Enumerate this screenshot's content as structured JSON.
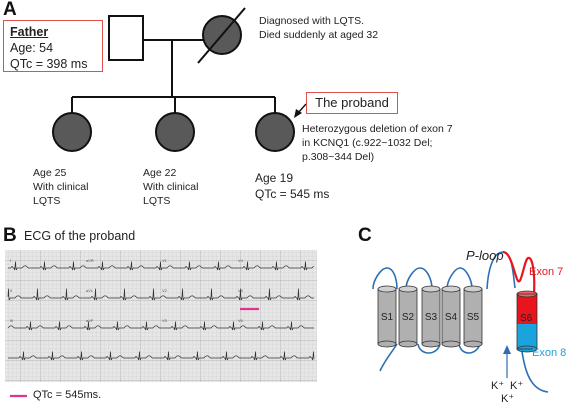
{
  "panels": {
    "a_letter": "A",
    "b_letter": "B",
    "c_letter": "C"
  },
  "pedigree": {
    "father": {
      "title": "Father",
      "age": "Age: 54",
      "qtc": "QTc  = 398 ms"
    },
    "mother_note": {
      "line1": "Diagnosed with LQTS.",
      "line2": "Died suddenly at aged 32"
    },
    "children": [
      {
        "line1": "Age 25",
        "line2": "With clinical",
        "line3": "LQTS"
      },
      {
        "line1": "Age 22",
        "line2": "With clinical",
        "line3": "LQTS"
      }
    ],
    "proband": {
      "label": "The proband",
      "age": "Age 19",
      "qtc": "QTc = 545 ms",
      "mutation_line1": "Heterozygous deletion of exon 7",
      "mutation_line2": "in KCNQ1  (c.922~1032 Del;",
      "mutation_line3": "p.308~344 Del)"
    }
  },
  "ecg": {
    "title": "ECG of the proband",
    "legend": "QTc = 545ms.",
    "lead_labels": [
      "I",
      "II",
      "III",
      "aVR",
      "aVL",
      "aVF",
      "V1",
      "V2",
      "V3",
      "V4",
      "V5",
      "V6"
    ],
    "colors": {
      "marker": "#e0338f"
    }
  },
  "channel": {
    "segments": [
      "S1",
      "S2",
      "S3",
      "S4",
      "S5",
      "S6"
    ],
    "ploop_label": "P-loop",
    "exon7_label": "Exon 7",
    "exon8_label": "Exon 8",
    "ion1": "K⁺",
    "ion2": "K⁺",
    "ion3": "K⁺",
    "colors": {
      "exon7": "#e8141e",
      "exon8": "#1aa3dc",
      "membrane_line": "#2e6fb2",
      "cylinder": "#b0b0b0"
    }
  }
}
